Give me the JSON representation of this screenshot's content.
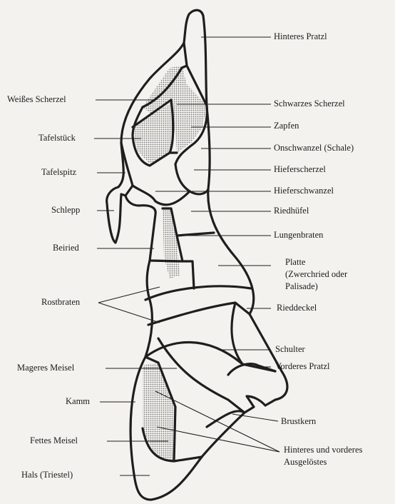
{
  "labels": {
    "hinteres_pratzl": "Hinteres Pratzl",
    "weisses_scherzel": "Weißes Scherzel",
    "schwarzes_scherzel": "Schwarzes Scherzel",
    "zapfen": "Zapfen",
    "tafelstueck": "Tafelstück",
    "onschwanzel": "Onschwanzel (Schale)",
    "tafelspitz": "Tafelspitz",
    "hieferscherzel": "Hieferscherzel",
    "hieferschwanzel": "Hieferschwanzel",
    "schlepp": "Schlepp",
    "riedhuefel": "Riedhüfel",
    "lungenbraten": "Lungenbraten",
    "beiried": "Beiried",
    "platte_1": "Platte",
    "platte_2": "(Zwerchried oder",
    "platte_3": "Palisade)",
    "rostbraten": "Rostbraten",
    "rieddeckel": "Rieddeckel",
    "schulter": "Schulter",
    "mageres_meisel": "Mageres Meisel",
    "vorderes_pratzl": "Vorderes Pratzl",
    "kamm": "Kamm",
    "brustkern": "Brustkern",
    "fettes_meisel": "Fettes Meisel",
    "ausgeloestes_1": "Hinteres und vorderes",
    "ausgeloestes_2": "Ausgelöstes",
    "hals": "Hals (Triestel)"
  },
  "colors": {
    "outline": "#1e1e1e",
    "paper": "#f4f2ee",
    "shade": "#9a9a9a"
  }
}
